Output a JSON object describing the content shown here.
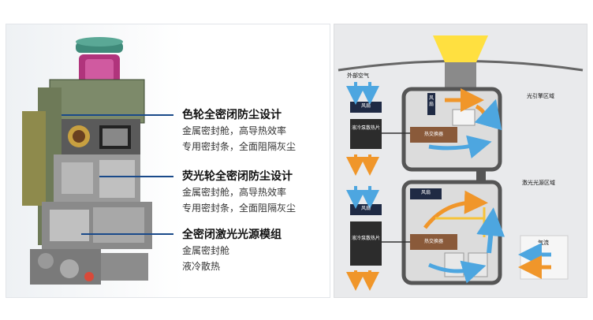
{
  "left": {
    "groups": [
      {
        "title": "色轮全密闭防尘设计",
        "lines": [
          "金属密封舱，高导热效率",
          "专用密封条，全面阻隔灰尘"
        ]
      },
      {
        "title": "荧光轮全密闭防尘设计",
        "lines": [
          "金属密封舱，高导热效率",
          "专用密封条，全面阻隔灰尘"
        ]
      },
      {
        "title": "全密闭激光光源模组",
        "lines": [
          "金属密封舱",
          "液冷散热"
        ]
      }
    ]
  },
  "right": {
    "outside_air": "外部空气",
    "fan": "风扇",
    "radiator_top": "液冷泵散热片",
    "radiator_bottom": "液冷泵散热片",
    "heat_exchanger": "热交换器",
    "optics_zone": "光引擎区域",
    "laser_zone": "激光光源区域",
    "airflow": "气流",
    "colors": {
      "hot": "#f0962a",
      "cool": "#4da6e0",
      "dark_box": "#1f2a44"
    }
  }
}
